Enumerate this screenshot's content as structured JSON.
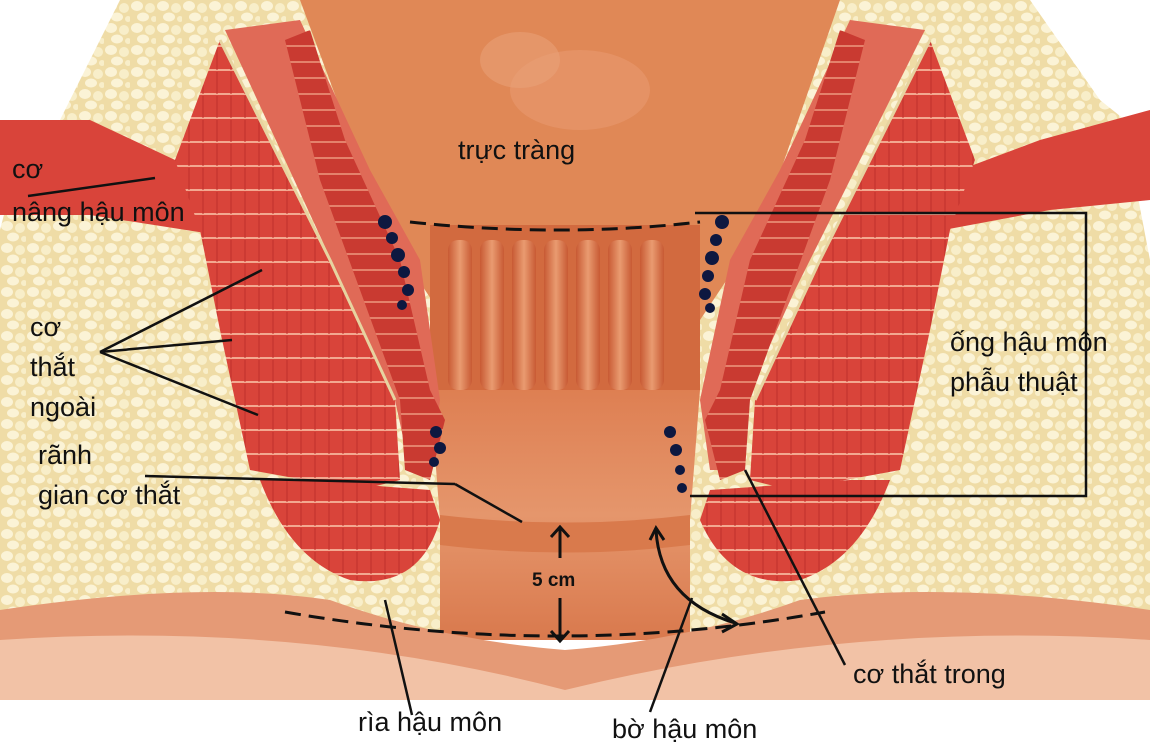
{
  "colors": {
    "fat": "#f3e6b8",
    "fat_globule": "#fbf3d6",
    "muscle": "#d9443a",
    "muscle_dark": "#b4282a",
    "muscle_stripe": "#f08a76",
    "lumen": "#e08a5c",
    "lumen_dark": "#c8603a",
    "lining": "#f0a983",
    "vessel": "#0d1840",
    "line": "#111111"
  },
  "labels": {
    "rectum": "trực tràng",
    "levator_line1": "cơ",
    "levator_line2": "nâng hậu môn",
    "external_line1": "cơ",
    "external_line2": "thắt",
    "external_line3": "ngoài",
    "groove_line1": "rãnh",
    "groove_line2": "gian cơ thắt",
    "surgical_line1": "ống hậu môn",
    "surgical_line2": "phẫu thuật",
    "measure": "5 cm",
    "internal": "cơ thắt trong",
    "anal_margin": "rìa hậu môn",
    "anal_verge": "bờ hậu môn"
  }
}
